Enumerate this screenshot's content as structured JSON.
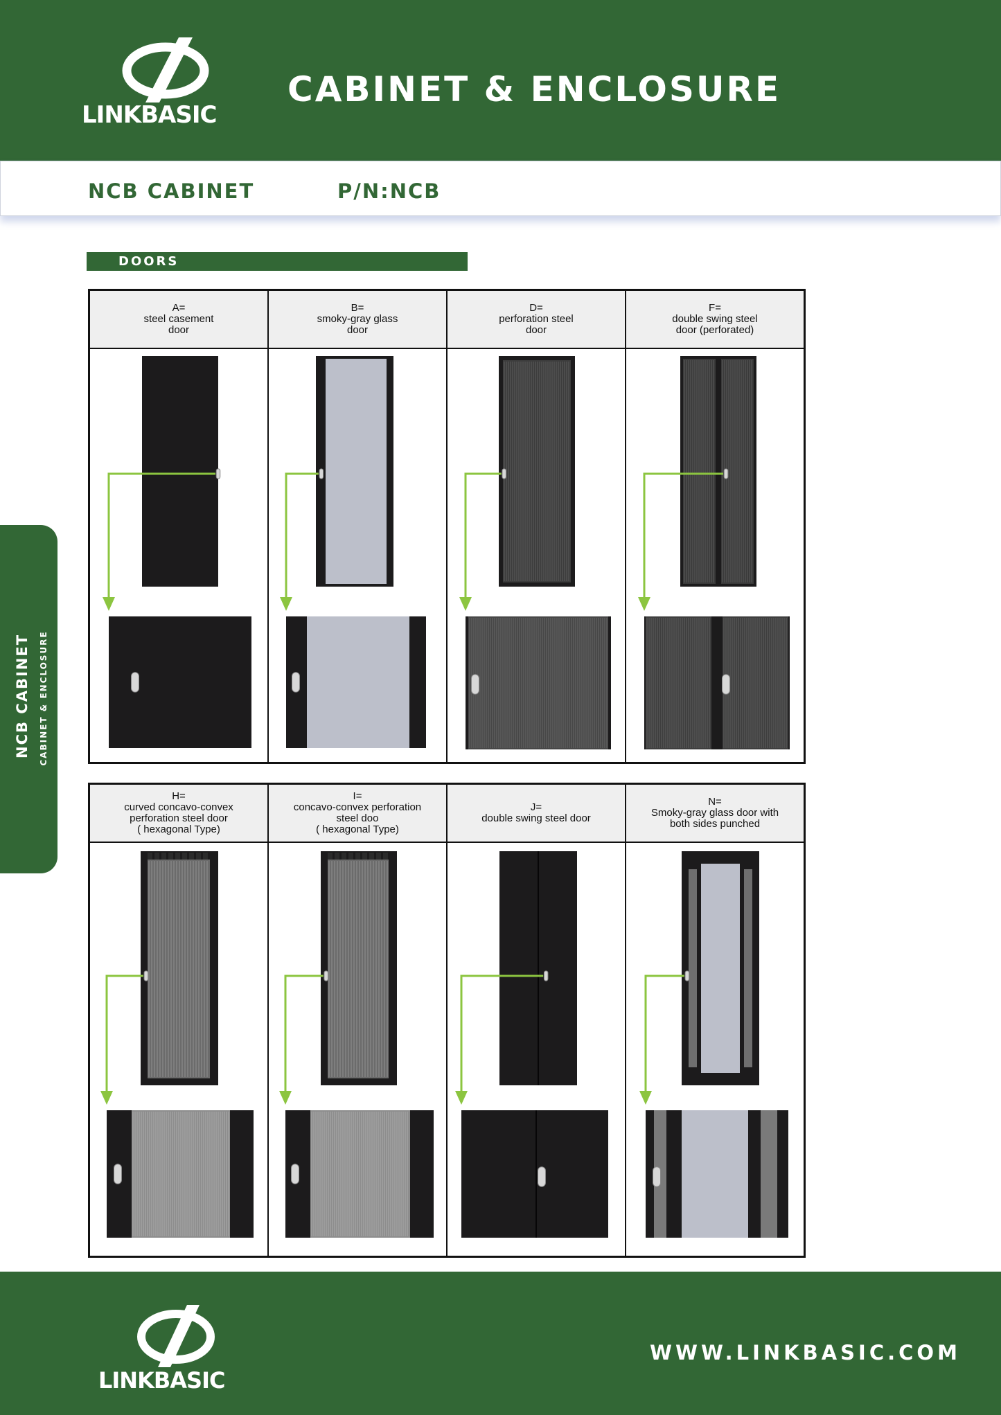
{
  "header": {
    "brand": "LINKBASIC",
    "title": "CABINET & ENCLOSURE"
  },
  "subheader": {
    "product_name": "NCB CABINET",
    "part_number": "P/N:NCB"
  },
  "section": {
    "label": "DOORS"
  },
  "sidetab": {
    "main": "NCB CABINET",
    "sub": "CABINET & ENCLOSURE"
  },
  "doors_top": [
    {
      "lines": [
        "A=",
        "steel casement",
        "door"
      ],
      "kind": "solid"
    },
    {
      "lines": [
        "B=",
        "smoky-gray glass",
        "door"
      ],
      "kind": "glass"
    },
    {
      "lines": [
        "D=",
        "perforation steel",
        "door"
      ],
      "kind": "mesh"
    },
    {
      "lines": [
        "F=",
        "double swing steel",
        "door (perforated)"
      ],
      "kind": "double-mesh"
    }
  ],
  "doors_bottom": [
    {
      "lines": [
        "H=",
        "curved concavo-convex",
        "perforation steel door",
        "( hexagonal Type)"
      ],
      "kind": "hex"
    },
    {
      "lines": [
        "I=",
        "concavo-convex perforation",
        "steel doo",
        "( hexagonal Type)"
      ],
      "kind": "hex2"
    },
    {
      "lines": [
        "J=",
        "double swing steel door"
      ],
      "kind": "double-solid"
    },
    {
      "lines": [
        "N=",
        "Smoky-gray glass door with",
        "both sides punched"
      ],
      "kind": "glass-punched"
    }
  ],
  "colors": {
    "brand_green": "#326735",
    "arrow_green": "#8cc540",
    "door_black": "#1c1b1c",
    "glass_gray": "#bcbfca"
  },
  "footer": {
    "brand": "LINKBASIC",
    "url": "WWW.LINKBASIC.COM"
  }
}
